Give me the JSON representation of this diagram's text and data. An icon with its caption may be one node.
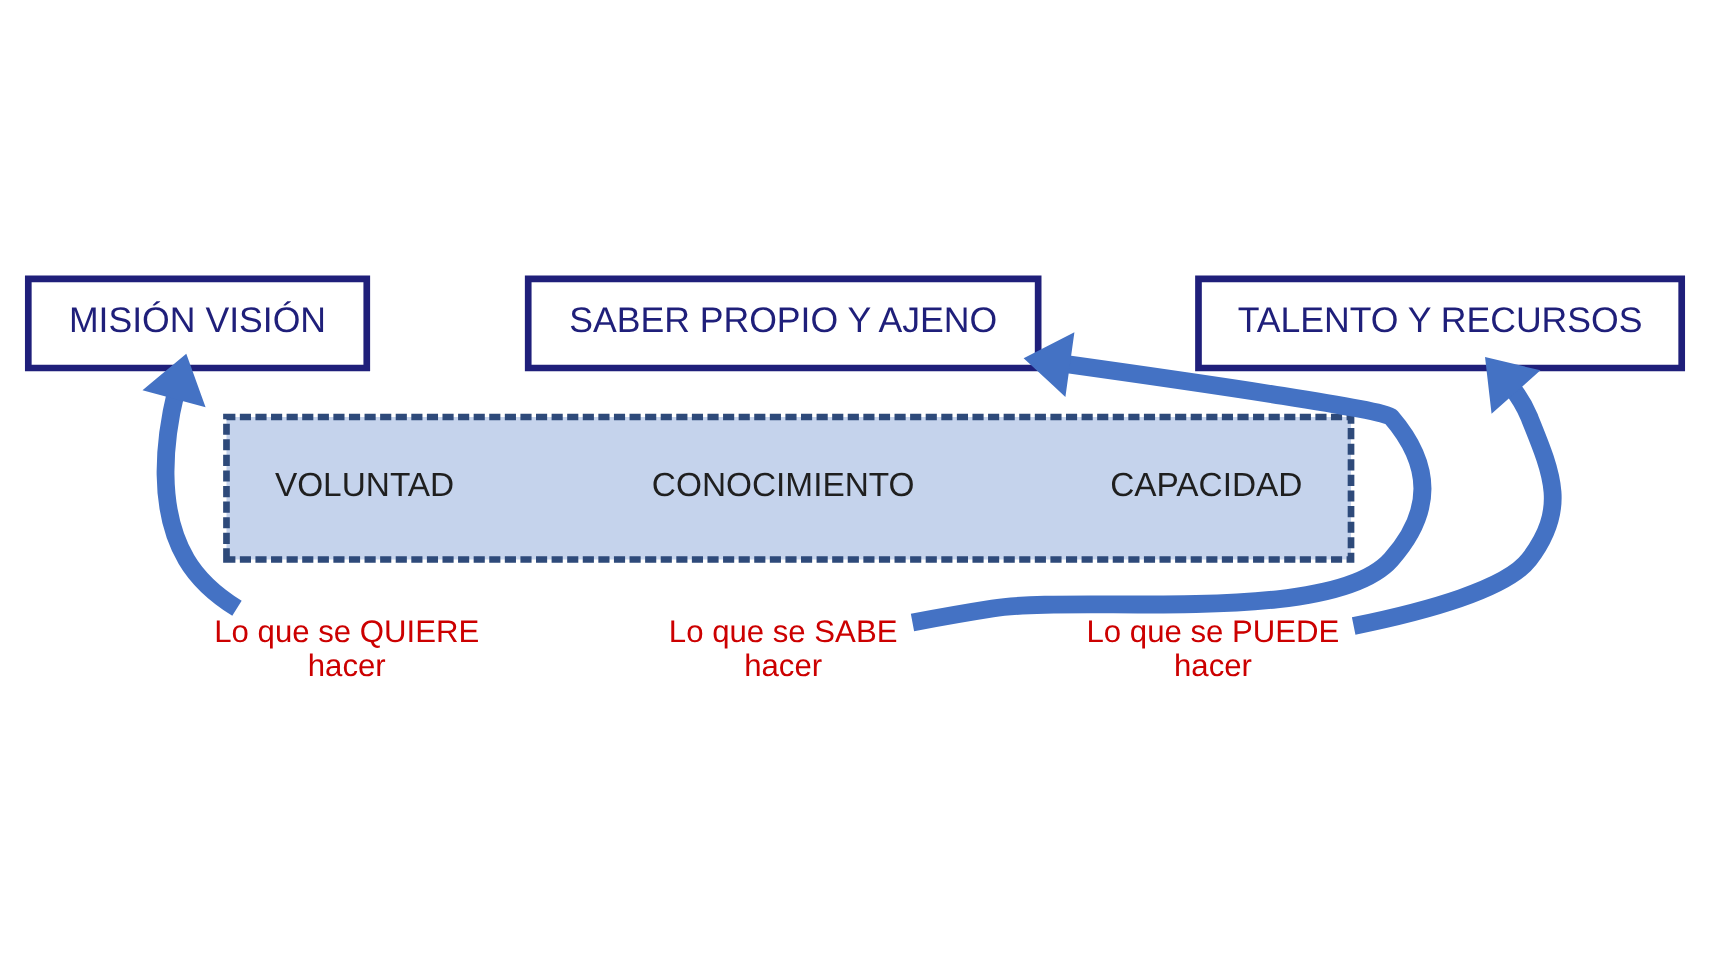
{
  "diagram": {
    "nodes": [
      {
        "text": [
          "MISIÓN VISIÓN"
        ]
      },
      {
        "text": [
          "SABER PROPIO Y AJENO"
        ]
      },
      {
        "text": [
          "TALENTO Y RECURSOS"
        ]
      },
      {
        "text": [],
        "shape": "box"
      },
      {
        "text": [
          "VOLUNTAD"
        ],
        "in": 3
      },
      {
        "text": [
          "CONOCIMIENTO"
        ],
        "in": 3
      },
      {
        "text": [
          "CAPACIDAD"
        ],
        "in": 3
      },
      {
        "text": [
          "Lo que se QUIERE hacer"
        ]
      },
      {
        "text": [
          "Lo que se SABE hacer"
        ]
      },
      {
        "text": [
          "Lo que se PUEDE hacer"
        ]
      }
    ],
    "edges": [
      {
        "from": 7,
        "to": 0,
        "arrow": "to"
      },
      {
        "from": 8,
        "to": 1,
        "arrow": "to"
      },
      {
        "from": 9,
        "to": 2,
        "arrow": "to"
      }
    ]
  }
}
